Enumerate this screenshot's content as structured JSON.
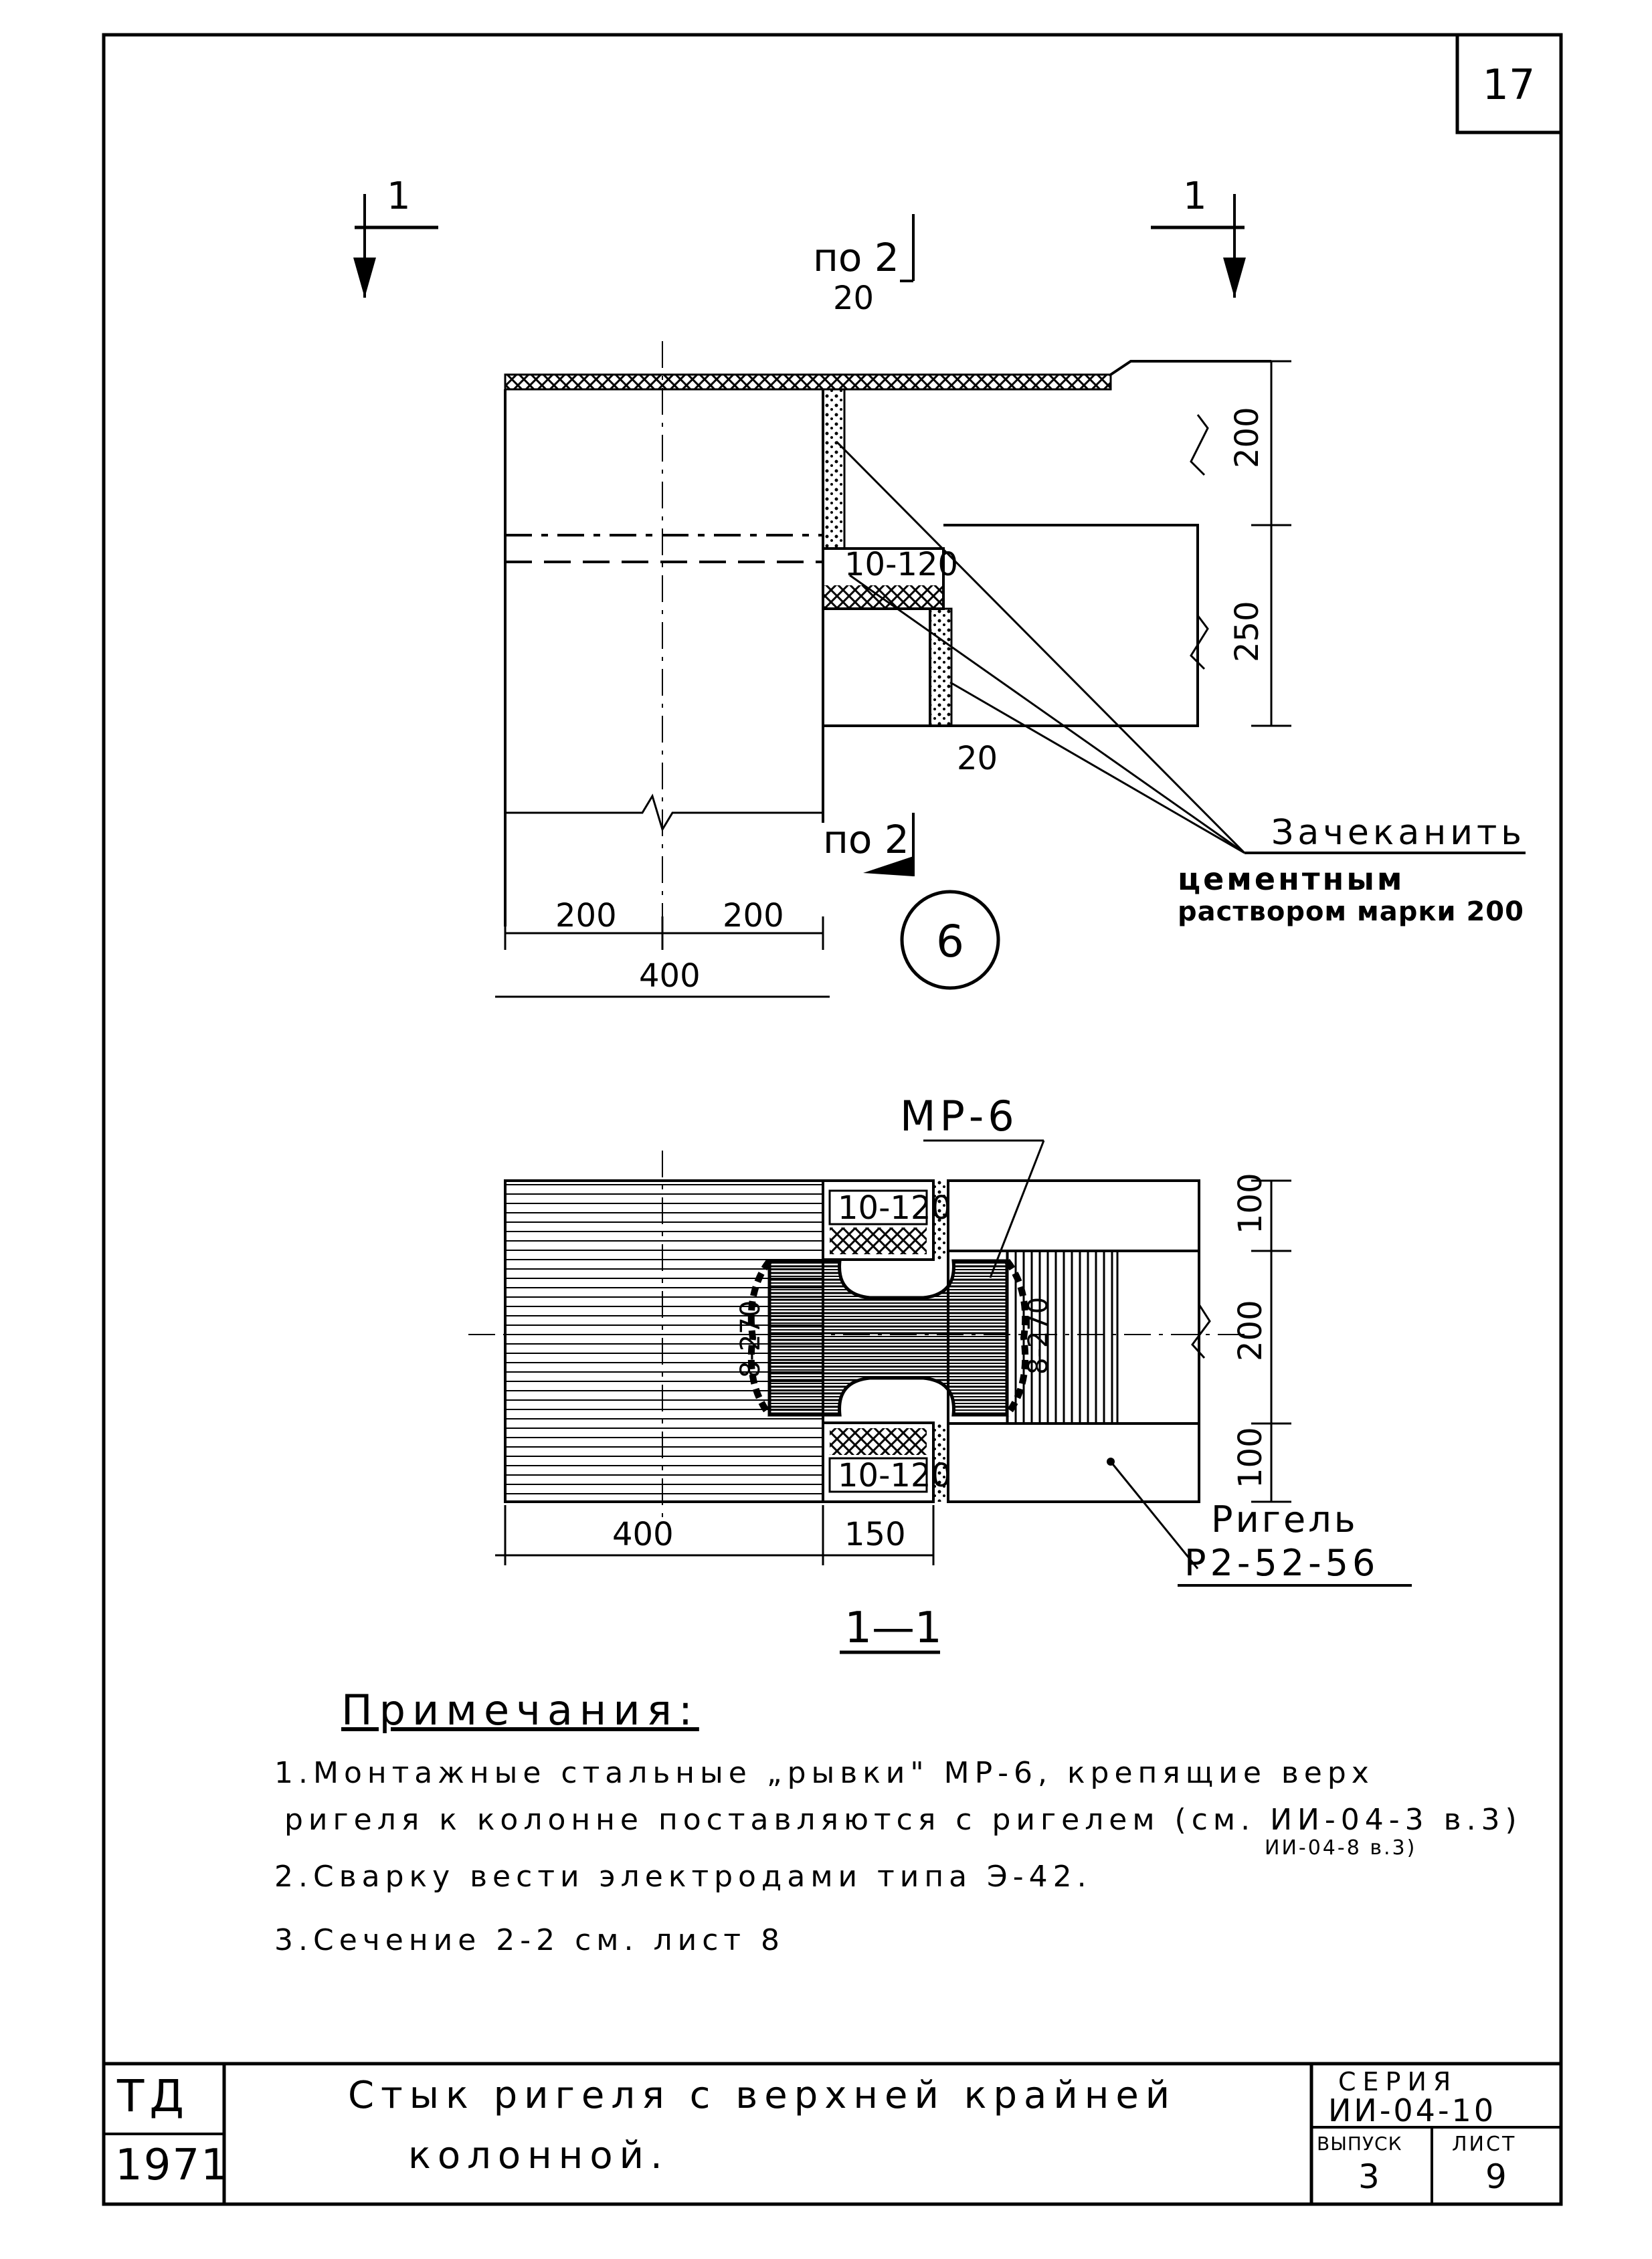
{
  "sheet_corner_number": "17",
  "section_markers": {
    "left": "1",
    "right": "1"
  },
  "plan_view": {
    "weld_top_label": "по 2",
    "weld_top_size": "20",
    "weld_bottom_label": "по 2",
    "weld_bottom_size": "20",
    "plate_label": "10-120",
    "dim_right_upper": "200",
    "dim_right_lower": "250",
    "dim_bottom_left": "200",
    "dim_bottom_mid": "200",
    "dim_bottom_total": "400",
    "node_number": "6",
    "callout_line1": "Зачеканить",
    "callout_line2": "цементным",
    "callout_line3": "раствором марки 200"
  },
  "section_view": {
    "part_label": "МР-6",
    "plate_label_top": "10-120",
    "plate_label_bottom": "10-120",
    "weld_left": "8-270",
    "weld_right": "8-270",
    "dim_right_top": "100",
    "dim_right_mid": "200",
    "dim_right_bottom": "100",
    "dim_bottom_left": "400",
    "dim_bottom_right": "150",
    "beam_label_line1": "Ригель",
    "beam_label_line2": "Р2-52-56",
    "section_title": "1—1"
  },
  "notes": {
    "title": "Примечания:",
    "item1_line1": "1.Монтажные стальные „рывки\" МР-6, крепящие верх",
    "item1_line2": "ригеля к колонне поставляются с ригелем (см. ИИ-04-3 в.3)",
    "item1_line3": "ИИ-04-8 в.3)",
    "item2": "2.Сварку вести электродами типа Э-42.",
    "item3": "3.Сечение 2-2 см. лист 8"
  },
  "title_block": {
    "org": "ТД",
    "year": "1971",
    "title_line1": "Стык ригеля с верхней крайней",
    "title_line2": "колонной.",
    "series_label": "СЕРИЯ",
    "series_value": "ИИ-04-10",
    "issue_label": "ВЫПУСК",
    "issue_value": "3",
    "sheet_label": "ЛИСТ",
    "sheet_value": "9"
  }
}
